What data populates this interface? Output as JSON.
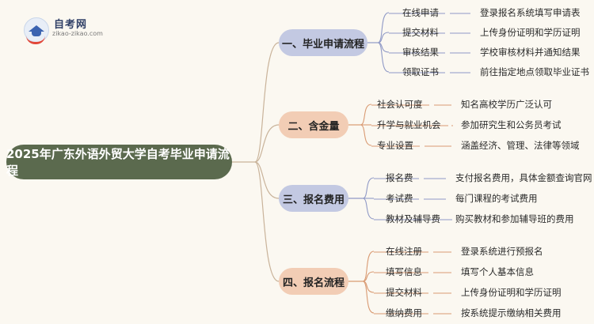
{
  "logo": {
    "title": "自考网",
    "url": "zikao-zikao.com"
  },
  "root": "2025年广东外语外贸大学自考毕业申请流程",
  "branches": [
    {
      "title": "一、毕业申请流程",
      "items": [
        {
          "label": "在线申请",
          "desc": "登录报名系统填写申请表"
        },
        {
          "label": "提交材料",
          "desc": "上传身份证明和学历证明"
        },
        {
          "label": "审核结果",
          "desc": "学校审核材料并通知结果"
        },
        {
          "label": "领取证书",
          "desc": "前往指定地点领取毕业证书"
        }
      ]
    },
    {
      "title": "二、含金量",
      "items": [
        {
          "label": "社会认可度",
          "desc": "知名高校学历广泛认可"
        },
        {
          "label": "升学与就业机会",
          "desc": "参加研究生和公务员考试"
        },
        {
          "label": "专业设置",
          "desc": "涵盖经济、管理、法律等领域"
        }
      ]
    },
    {
      "title": "三、报名费用",
      "items": [
        {
          "label": "报名费",
          "desc": "支付报名费用，具体金额查询官网"
        },
        {
          "label": "考试费",
          "desc": "每门课程的考试费用"
        },
        {
          "label": "教材及辅导费",
          "desc": "购买教材和参加辅导班的费用"
        }
      ]
    },
    {
      "title": "四、报名流程",
      "items": [
        {
          "label": "在线注册",
          "desc": "登录系统进行预报名"
        },
        {
          "label": "填写信息",
          "desc": "填写个人基本信息"
        },
        {
          "label": "提交材料",
          "desc": "上传身份证明和学历证明"
        },
        {
          "label": "缴纳费用",
          "desc": "按系统提示缴纳相关费用"
        }
      ]
    }
  ],
  "colors": {
    "root_fill": "#5b6a4e",
    "blue_fill": "#c3c9e2",
    "orange_fill": "#f2cdb5",
    "blue_line": "#8f99c6",
    "orange_line": "#d99a72",
    "root_line": "#c9b39a"
  }
}
